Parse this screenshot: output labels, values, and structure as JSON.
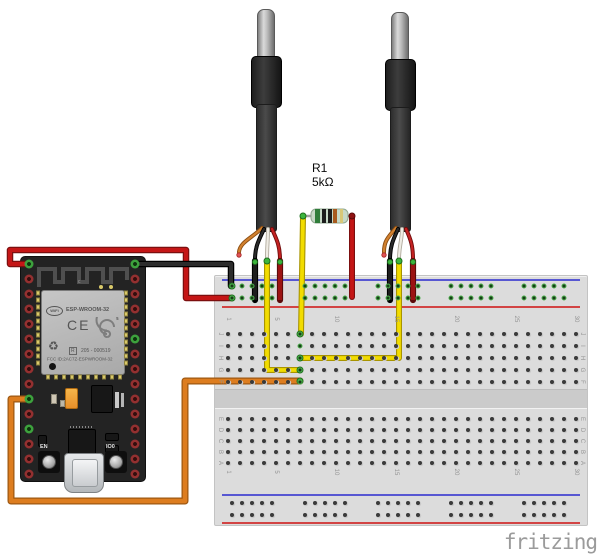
{
  "app": {
    "logo": "fritzing"
  },
  "labels": {
    "resistor_ref": "R1",
    "resistor_value": "5kΩ"
  },
  "esp32": {
    "module": {
      "logo": "WiFi",
      "model": "ESP-WROOM-32",
      "ce_mark": "CE",
      "reg_mark": "R",
      "serial": "205 - 000519",
      "fcc": "FCC ID:2AC7Z-ESPWROOM-32",
      "antenna_mark": "c",
      "recycle_icon": "♻"
    },
    "buttons": {
      "en": "EN",
      "boot": "IO0"
    }
  },
  "breadboard": {
    "row_letters_top": [
      "J",
      "I",
      "H",
      "G",
      "F"
    ],
    "row_letters_bottom": [
      "E",
      "D",
      "C",
      "B",
      "A"
    ],
    "column_numbers": [
      "1",
      "5",
      "10",
      "15",
      "20",
      "25",
      "30"
    ]
  },
  "colors": {
    "wire_red": "#c41616",
    "wire_black": "#262626",
    "wire_orange": "#dd7d1f",
    "wire_yellow": "#f2dc00",
    "rail_positive_line": "#d24444",
    "rail_negative_line": "#5757d2",
    "connection_green": "#3db53d",
    "breadboard_body": "#dcdcdc",
    "pcb_black": "#232323",
    "resistor_body": "#c7d9c7"
  }
}
